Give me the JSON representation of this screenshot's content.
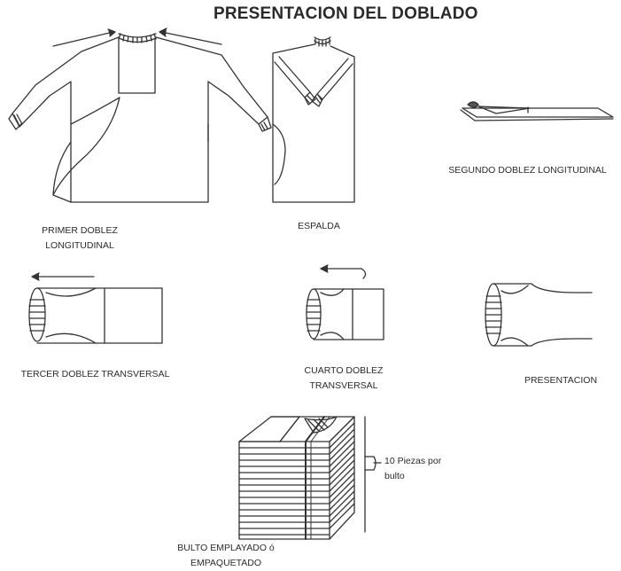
{
  "title": "PRESENTACION DEL DOBLADO",
  "steps": {
    "primer": "PRIMER DOBLEZ\nLONGITUDINAL",
    "espalda": "ESPALDA",
    "segundo": "SEGUNDO DOBLEZ LONGITUDINAL",
    "tercer": "TERCER DOBLEZ TRANSVERSAL",
    "cuarto": "CUARTO DOBLEZ\nTRANSVERSAL",
    "presentacion": "PRESENTACION",
    "bulto": "BULTO EMPLAYADO ó\nEMPAQUETADO",
    "piezas": "10 Piezas por\nbulto"
  }
}
